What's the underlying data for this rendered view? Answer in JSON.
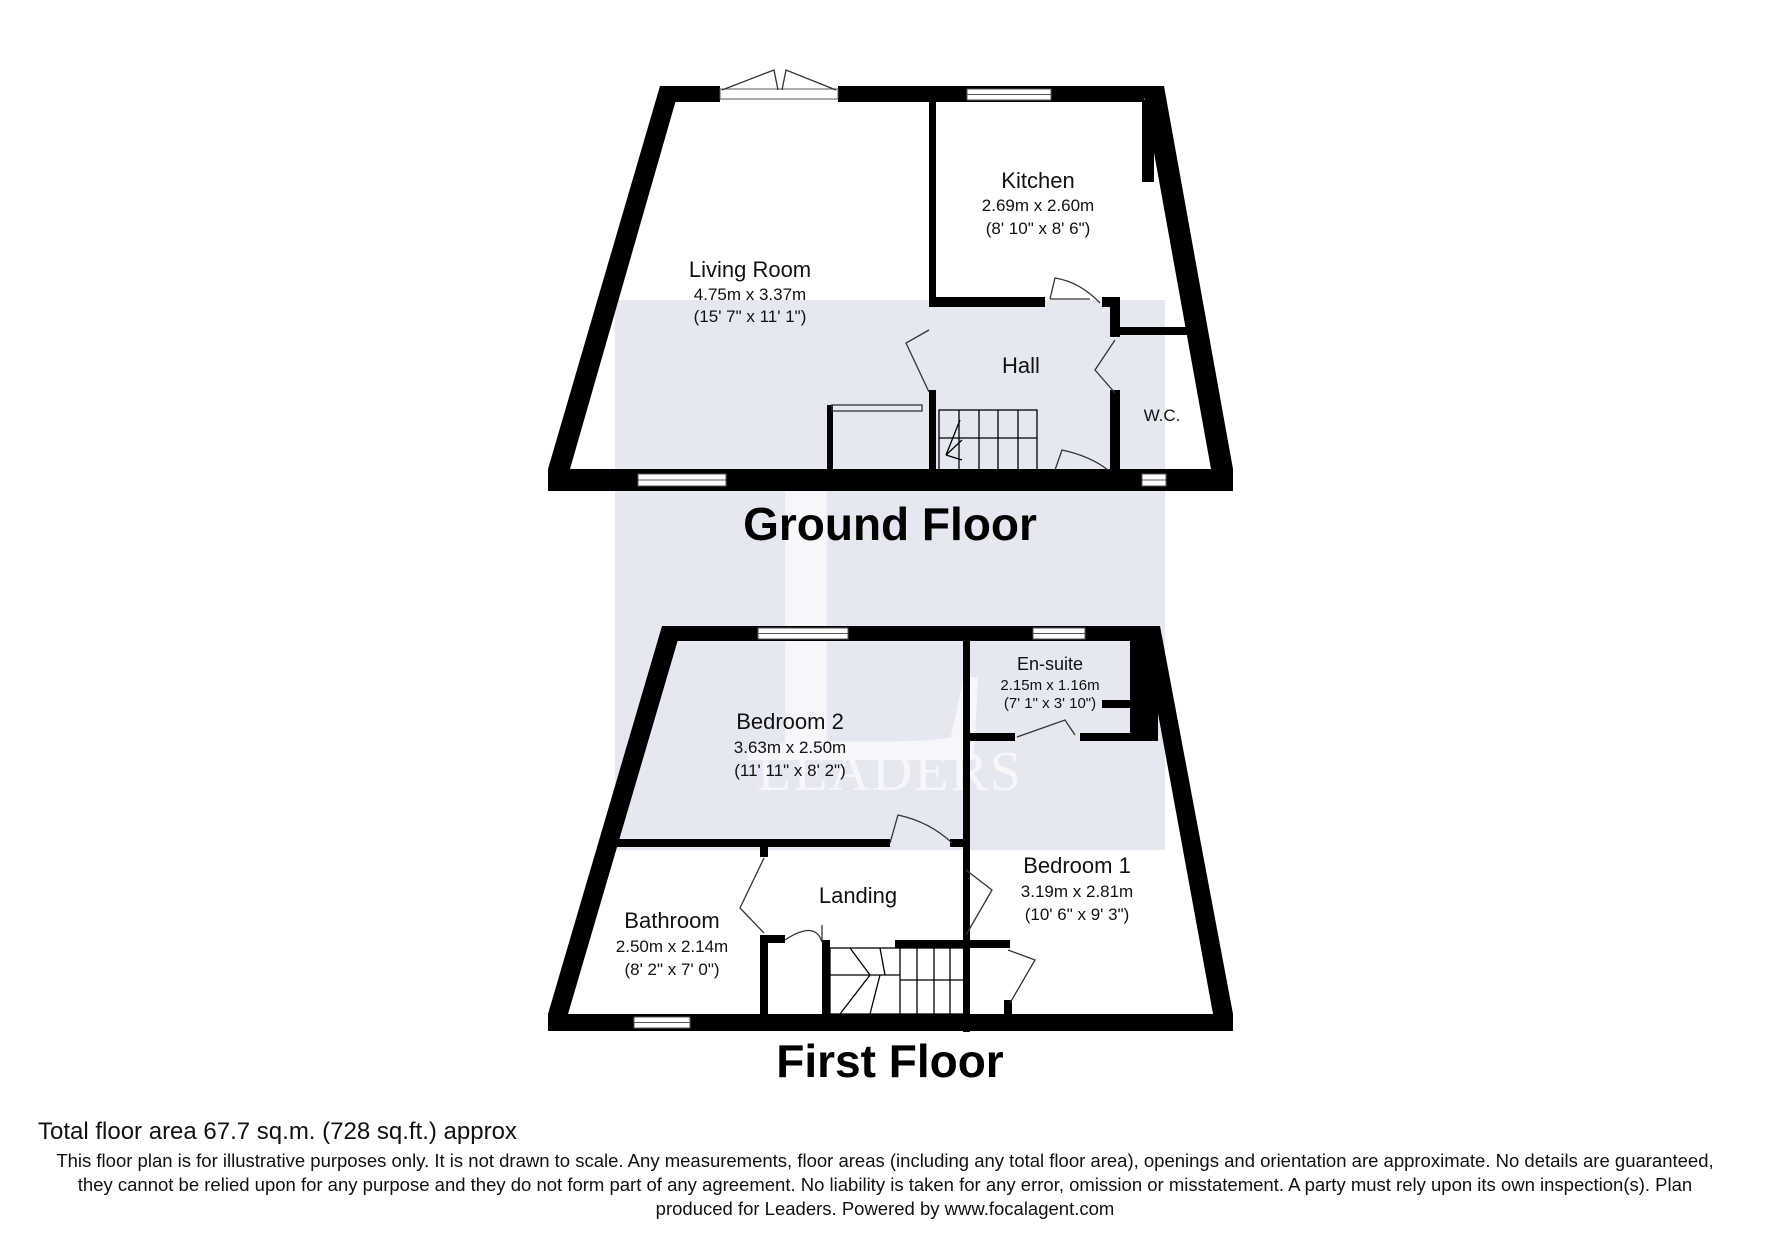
{
  "floors": [
    {
      "title": "Ground Floor",
      "rooms": [
        {
          "name": "Living Room",
          "dims": "4.75m x 3.37m",
          "imperial": "(15' 7\" x 11' 1\")"
        },
        {
          "name": "Kitchen",
          "dims": "2.69m x 2.60m",
          "imperial": "(8' 10\" x 8' 6\")"
        },
        {
          "name": "Hall",
          "dims": "",
          "imperial": ""
        },
        {
          "name": "W.C.",
          "dims": "",
          "imperial": ""
        }
      ]
    },
    {
      "title": "First Floor",
      "rooms": [
        {
          "name": "Bedroom 2",
          "dims": "3.63m x 2.50m",
          "imperial": "(11' 11\" x 8' 2\")"
        },
        {
          "name": "En-suite",
          "dims": "2.15m x 1.16m",
          "imperial": "(7' 1\" x 3' 10\")"
        },
        {
          "name": "Landing",
          "dims": "",
          "imperial": ""
        },
        {
          "name": "Bedroom 1",
          "dims": "3.19m x 2.81m",
          "imperial": "(10' 6\" x 9' 3\")"
        },
        {
          "name": "Bathroom",
          "dims": "2.50m x 2.14m",
          "imperial": "(8' 2\" x 7' 0\")"
        }
      ]
    }
  ],
  "watermark": {
    "letter": "L",
    "word": "LEADERS",
    "color": "#e6e8f1"
  },
  "footer": {
    "total_area": "Total floor area 67.7 sq.m. (728 sq.ft.) approx",
    "disclaimer": "This floor plan is for illustrative purposes only. It is not drawn to scale. Any measurements, floor areas (including any total floor area), openings and orientation are approximate. No details are guaranteed, they cannot be relied upon for any purpose and they do not form part of any agreement. No liability is taken for any error, omission or misstatement. A party must rely upon its own inspection(s). Plan produced for Leaders. Powered by www.focalagent.com"
  },
  "colors": {
    "wall": "#000000",
    "background": "#ffffff"
  }
}
